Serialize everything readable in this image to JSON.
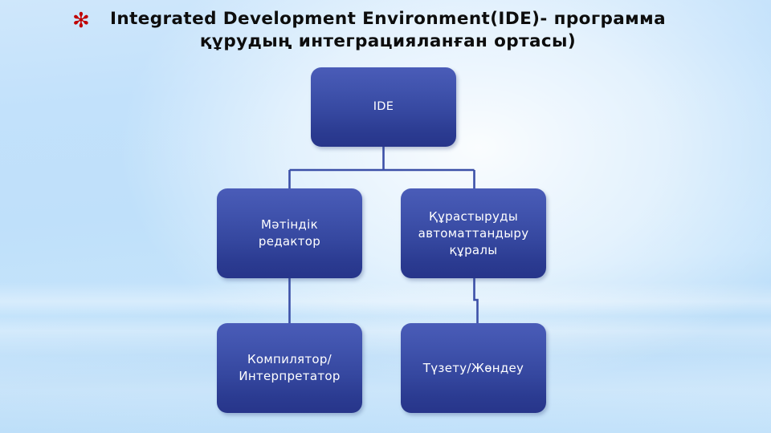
{
  "slide": {
    "background_colors": {
      "top": "#cfe7fb",
      "mid": "#bfe0fa",
      "bottom": "#c7e4fb",
      "highlight": "#ffffff"
    },
    "title": {
      "bullet_glyph": "✻",
      "bullet_color": "#c00000",
      "text": "Integrated Development Environment(IDE)- программа\nқұрудың интеграцияланған ортасы)",
      "line1": "Integrated Development Environment(IDE)- программа",
      "line2": "құрудың интеграцияланған ортасы)",
      "color": "#0d0d0d"
    },
    "diagram": {
      "type": "org-chart",
      "node_fill_top": "#4a5cb8",
      "node_fill_bottom": "#27358a",
      "node_text_color": "#ffffff",
      "connector_color": "#3c50a8",
      "nodes": [
        {
          "id": "ide",
          "label": "IDE",
          "level": 0
        },
        {
          "id": "editor",
          "label": "Мәтіндік\nредактор",
          "level": 1
        },
        {
          "id": "build",
          "label": "Құрастыруды\nавтоматтандыру\nқұралы",
          "level": 1
        },
        {
          "id": "compiler",
          "label": "Компилятор/\nИнтерпретатор",
          "level": 2
        },
        {
          "id": "debug",
          "label": "Түзету/Жөндеу",
          "level": 2
        }
      ],
      "edges": [
        {
          "from": "ide",
          "to": "editor"
        },
        {
          "from": "ide",
          "to": "build"
        },
        {
          "from": "editor",
          "to": "compiler"
        },
        {
          "from": "build",
          "to": "debug"
        }
      ]
    }
  }
}
